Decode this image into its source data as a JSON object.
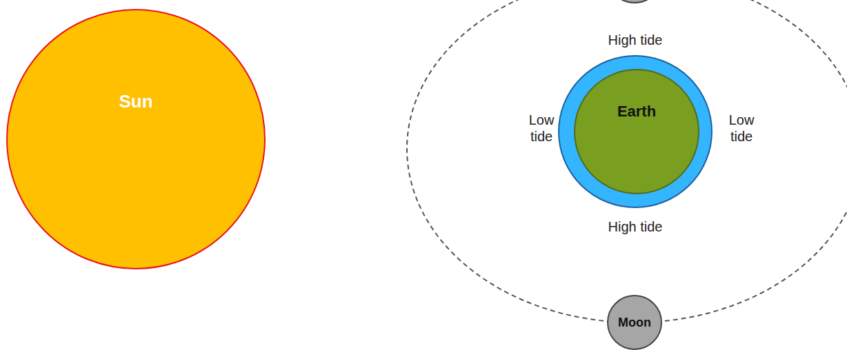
{
  "diagram": {
    "nodes": [
      {
        "text": [
          "Sun"
        ]
      },
      {
        "text": [
          "Earth"
        ]
      },
      {
        "text": [
          "Moon"
        ]
      }
    ],
    "labels": [
      "High tide",
      "Low tide",
      "Low tide",
      "High tide"
    ]
  }
}
